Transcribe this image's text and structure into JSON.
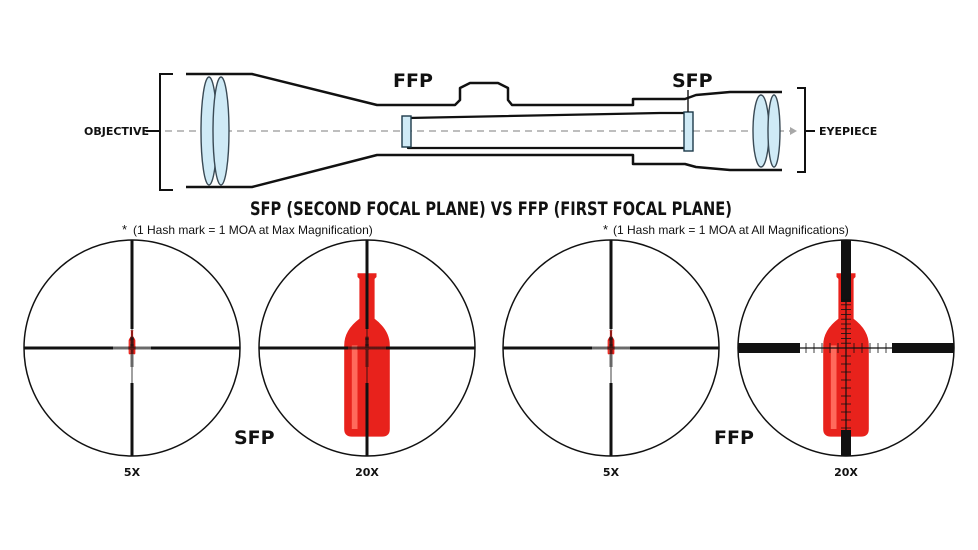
{
  "title": "SFP (SECOND FOCAL PLANE) VS FFP (FIRST FOCAL PLANE)",
  "scope": {
    "objective_label": "OBJECTIVE",
    "eyepiece_label": "EYEPIECE",
    "ffp_label": "FFP",
    "sfp_label": "SFP"
  },
  "sfp_group": {
    "note_star": "*",
    "note": "(1 Hash mark = 1 MOA at Max Magnification)",
    "group_label": "SFP",
    "reticles": [
      {
        "magnification": "5X"
      },
      {
        "magnification": "20X"
      }
    ]
  },
  "ffp_group": {
    "note_star": "*",
    "note": "(1 Hash mark = 1 MOA at All Magnifications)",
    "group_label": "FFP",
    "reticles": [
      {
        "magnification": "5X"
      },
      {
        "magnification": "20X"
      }
    ]
  },
  "colors": {
    "bottle": "#e8221c",
    "bottle_highlight": "#ff6a5c",
    "lens": "#cfeaf6",
    "lens_stroke": "#3a4a55",
    "axis": "#a8a8a8"
  }
}
